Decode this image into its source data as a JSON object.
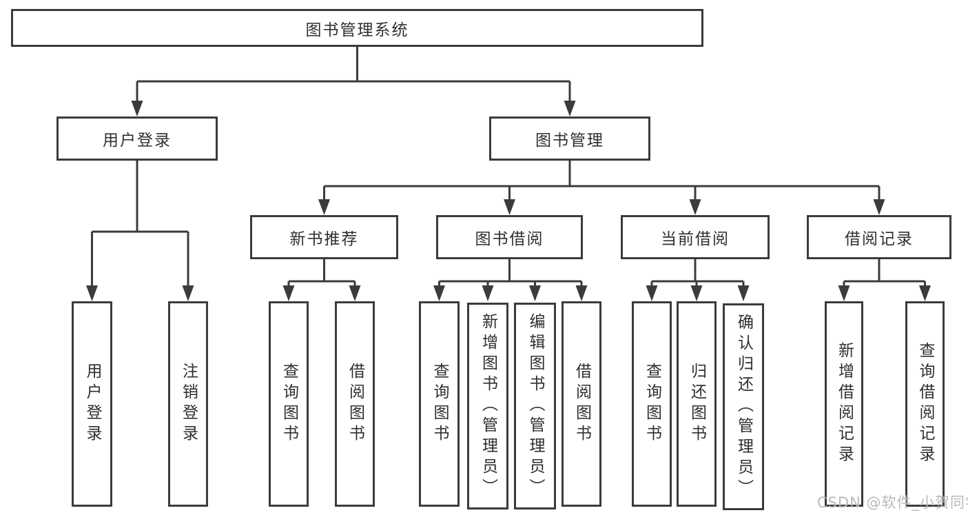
{
  "diagram": {
    "root": {
      "label": "图书管理系统"
    },
    "branches": [
      {
        "label": "用户登录",
        "children": [
          {
            "label": "用户登录"
          },
          {
            "label": "注销登录"
          }
        ]
      },
      {
        "label": "图书管理",
        "children": [
          {
            "label": "新书推荐",
            "children": [
              {
                "label": "查询图书"
              },
              {
                "label": "借阅图书"
              }
            ]
          },
          {
            "label": "图书借阅",
            "children": [
              {
                "label": "查询图书"
              },
              {
                "label": "新增图书（管理员）"
              },
              {
                "label": "编辑图书（管理员）"
              },
              {
                "label": "借阅图书"
              }
            ]
          },
          {
            "label": "当前借阅",
            "children": [
              {
                "label": "查询图书"
              },
              {
                "label": "归还图书"
              },
              {
                "label": "确认归还（管理员）"
              }
            ]
          },
          {
            "label": "借阅记录",
            "children": [
              {
                "label": "新增借阅记录"
              },
              {
                "label": "查询借阅记录"
              }
            ]
          }
        ]
      }
    ]
  },
  "watermark": {
    "text": "CSDN @软件_小贺同学"
  },
  "colors": {
    "line": "#3b3b3b",
    "border": "#3b3b3b",
    "box_fill": "#ffffff",
    "text": "#2f2f2f",
    "background": "#ffffff",
    "watermark": "#b9b9b9"
  }
}
